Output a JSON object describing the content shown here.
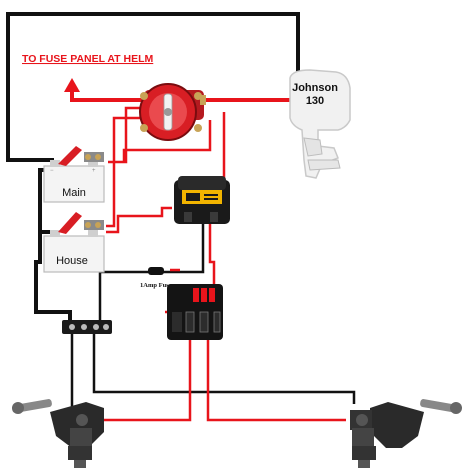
{
  "labels": {
    "fuse_panel": "TO FUSE PANEL AT HELM",
    "motor_brand": "Johnson",
    "motor_model": "130",
    "battery_main": "Main",
    "battery_house": "House",
    "inline_fuse": "1Amp Fuse"
  },
  "colors": {
    "positive_wire": "#e8141b",
    "negative_wire": "#111111",
    "label_red": "#e8141b",
    "switch_red": "#d81e24",
    "charger_gold": "#f2b400",
    "battery_face": "#f4f4f4"
  },
  "icons": [
    "battery-switch-icon",
    "outboard-motor-icon",
    "acr-relay-icon",
    "fuse-block-icon",
    "bus-bar-icon",
    "downrigger-icon"
  ]
}
